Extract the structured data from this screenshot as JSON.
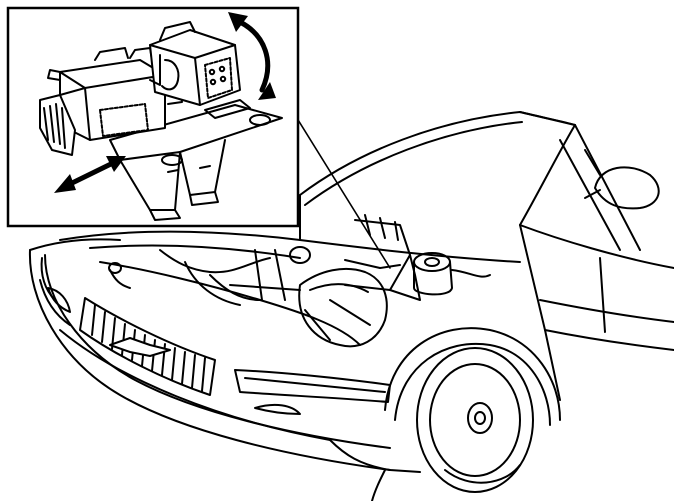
{
  "figure": {
    "inset": {
      "component": "connector-housing",
      "motion_cues": [
        "rotate-arrow",
        "slide-arrow"
      ]
    },
    "main_view": "car-front-hood-open",
    "colors": {
      "line": "#000000",
      "background": "#ffffff"
    }
  }
}
